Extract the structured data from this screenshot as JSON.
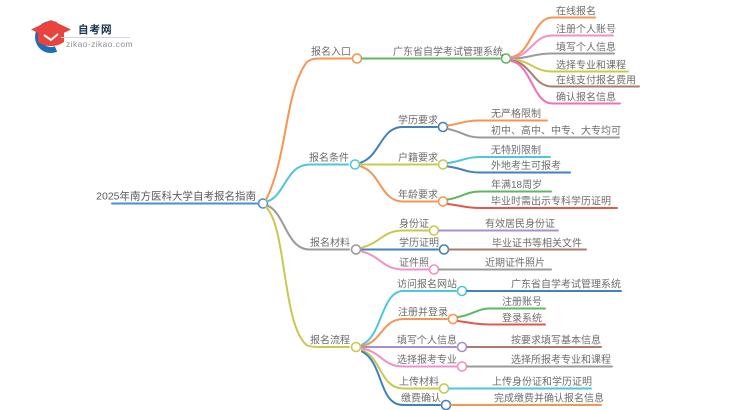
{
  "logo": {
    "name": "自考网",
    "domain": "zikao-zikao.com"
  },
  "palette": {
    "root_blue": "#4f8ecd",
    "orange": "#f79552",
    "green": "#5cb85f",
    "cyan": "#4ec6dd",
    "blue": "#4381bd",
    "olive": "#c9c84e",
    "gray": "#9b9b9b",
    "pink": "#f090c8",
    "magenta": "#f36fbe",
    "brown": "#ad7a6d",
    "purple": "#a890d0",
    "red": "#e4574f",
    "logo_blue": "#1e6eb4",
    "logo_red": "#e8433c",
    "text": "#6e6e6e"
  },
  "mindmap": {
    "root": {
      "label": "2025年南方医科大学自考报名指南"
    },
    "branches": [
      {
        "label": "报名入口",
        "children": [
          {
            "label": "广东省自学考试管理系统",
            "children": [
              {
                "label": "在线报名"
              },
              {
                "label": "注册个人账号"
              },
              {
                "label": "填写个人信息"
              },
              {
                "label": "选择专业和课程"
              },
              {
                "label": "在线支付报名费用"
              },
              {
                "label": "确认报名信息"
              }
            ]
          }
        ]
      },
      {
        "label": "报名条件",
        "children": [
          {
            "label": "学历要求",
            "children": [
              {
                "label": "无严格限制"
              },
              {
                "label": "初中、高中、中专、大专均可"
              }
            ]
          },
          {
            "label": "户籍要求",
            "children": [
              {
                "label": "无特别限制"
              },
              {
                "label": "外地考生可报考"
              }
            ]
          },
          {
            "label": "年龄要求",
            "children": [
              {
                "label": "年满18周岁"
              },
              {
                "label": "毕业时需出示专科学历证明"
              }
            ]
          }
        ]
      },
      {
        "label": "报名材料",
        "children": [
          {
            "label": "身份证",
            "children": [
              {
                "label": "有效居民身份证"
              }
            ]
          },
          {
            "label": "学历证明",
            "children": [
              {
                "label": "毕业证书等相关文件"
              }
            ]
          },
          {
            "label": "证件照",
            "children": [
              {
                "label": "近期证件照片"
              }
            ]
          }
        ]
      },
      {
        "label": "报名流程",
        "children": [
          {
            "label": "访问报名网站",
            "children": [
              {
                "label": "广东省自学考试管理系统"
              }
            ]
          },
          {
            "label": "注册并登录",
            "children": [
              {
                "label": "注册账号"
              },
              {
                "label": "登录系统"
              }
            ]
          },
          {
            "label": "填写个人信息",
            "children": [
              {
                "label": "按要求填写基本信息"
              }
            ]
          },
          {
            "label": "选择报考专业",
            "children": [
              {
                "label": "选择所报考专业和课程"
              }
            ]
          },
          {
            "label": "上传材料",
            "children": [
              {
                "label": "上传身份证和学历证明"
              }
            ]
          },
          {
            "label": "缴费确认",
            "children": [
              {
                "label": "完成缴费并确认报名信息"
              }
            ]
          }
        ]
      }
    ]
  }
}
